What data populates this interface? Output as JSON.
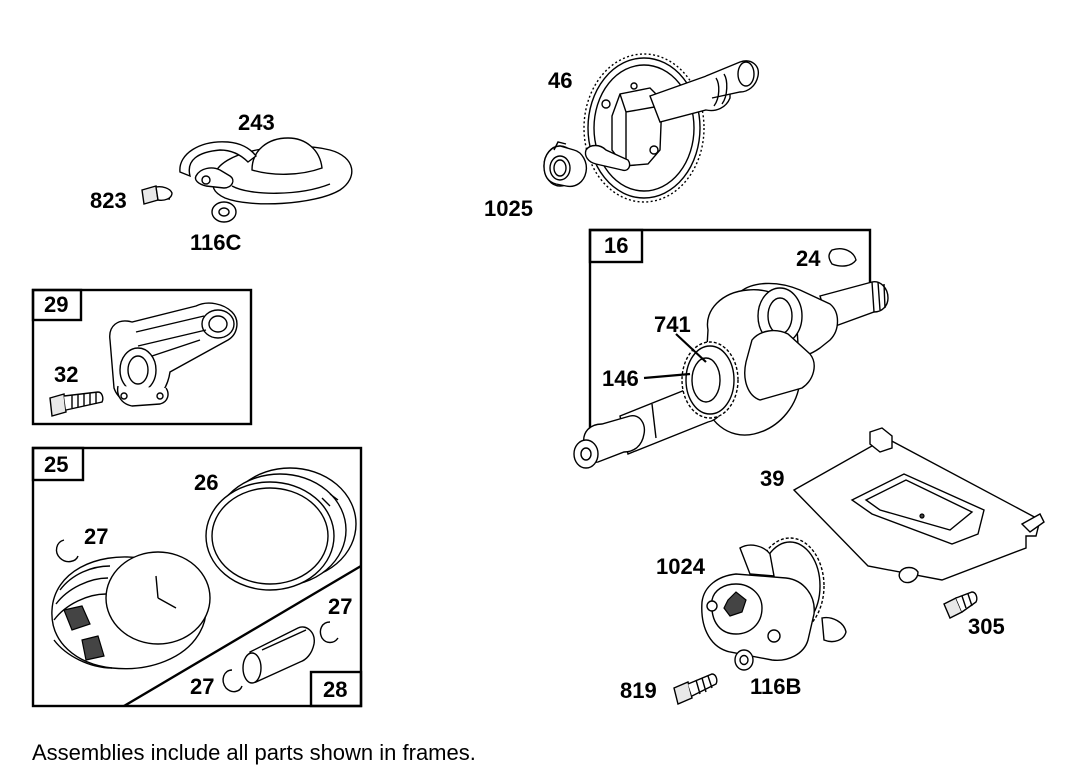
{
  "parts": {
    "p46": "46",
    "p1025": "1025",
    "p243": "243",
    "p823": "823",
    "p116C": "116C",
    "p29": "29",
    "p32": "32",
    "p25": "25",
    "p26": "26",
    "p27a": "27",
    "p27b": "27",
    "p27c": "27",
    "p28": "28",
    "p16": "16",
    "p24": "24",
    "p741": "741",
    "p146": "146",
    "p39": "39",
    "p1024": "1024",
    "p305": "305",
    "p819": "819",
    "p116B": "116B"
  },
  "footnote": "Assemblies include all parts shown in frames."
}
